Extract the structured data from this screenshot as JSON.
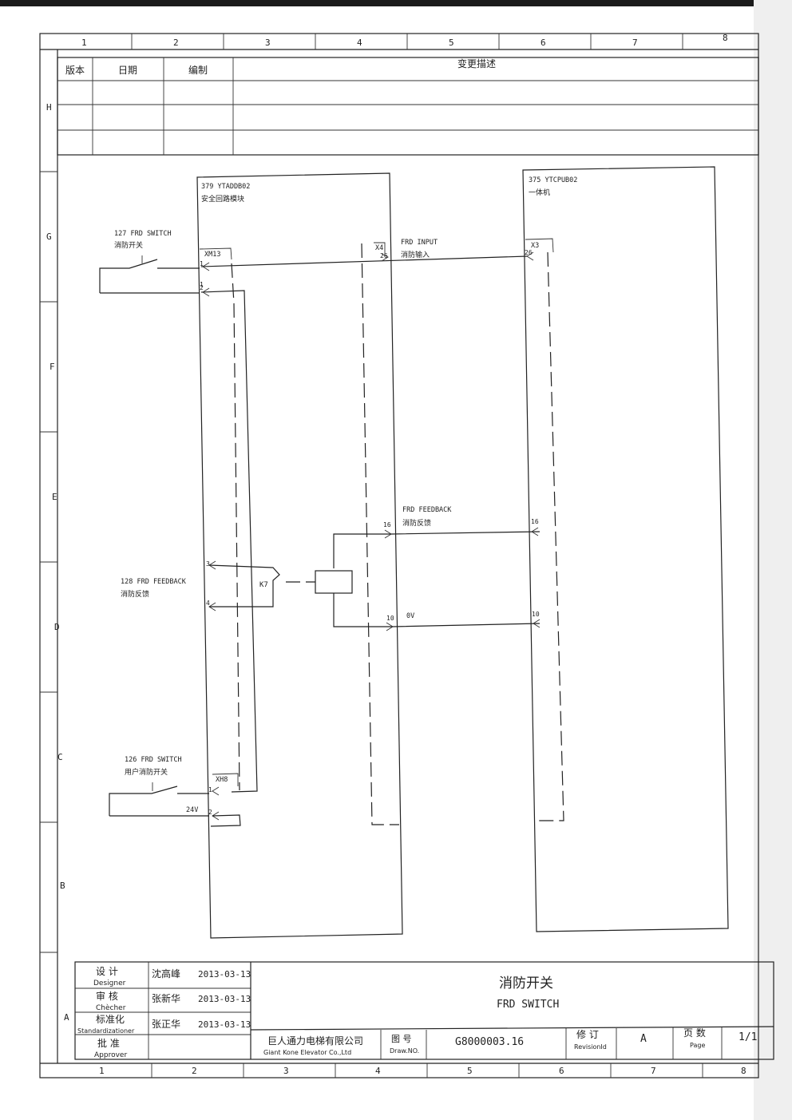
{
  "border": {
    "cols": [
      "1",
      "2",
      "3",
      "4",
      "5",
      "6",
      "7",
      "8"
    ],
    "rows": [
      "H",
      "G",
      "F",
      "E",
      "D",
      "C",
      "B",
      "A"
    ]
  },
  "revision_table": {
    "headers": {
      "version": "版本",
      "date": "日期",
      "compiled": "编制",
      "change": "变更描述"
    }
  },
  "modules": {
    "left": {
      "code": "379 YTADDB02",
      "name": "安全回路模块"
    },
    "right": {
      "code": "375 YTCPUB02",
      "name": "一体机"
    }
  },
  "switches": {
    "s127": {
      "code": "127 FRD SWITCH",
      "name": "消防开关"
    },
    "s128": {
      "code": "128 FRD FEEDBACK",
      "name": "消防反馈"
    },
    "s126": {
      "code": "126 FRD SWITCH",
      "name": "用户消防开关"
    }
  },
  "connectors": {
    "xm13": "XM13",
    "x4": "X4",
    "x3": "X3",
    "xh8": "XH8",
    "p1": "1",
    "p2": "2",
    "p3": "3",
    "p4": "4",
    "p26": "26",
    "p16": "16",
    "p10": "10"
  },
  "signals": {
    "frd_input": {
      "en": "FRD INPUT",
      "cn": "消防输入"
    },
    "frd_feedback": {
      "en": "FRD FEEDBACK",
      "cn": "消防反馈"
    },
    "ov": "0V",
    "v24": "24V"
  },
  "relay": "K7",
  "title_block": {
    "designer_cn": "设 计",
    "designer_en": "Designer",
    "designer_name": "沈高峰",
    "designer_date": "2013-03-13",
    "checker_cn": "审 核",
    "checker_en": "Chècher",
    "checker_name": "张新华",
    "checker_date": "2013-03-13",
    "std_cn": "标准化",
    "std_en": "Standardizationer",
    "std_name": "张正华",
    "std_date": "2013-03-13",
    "approver_cn": "批 准",
    "approver_en": "Approver",
    "title_cn": "消防开关",
    "title_en": "FRD SWITCH",
    "company_cn": "巨人通力电梯有限公司",
    "company_en": "Giant Kone Elevator Co.,Ltd",
    "drawno_cn": "图 号",
    "drawno_en": "Draw.NO.",
    "drawno": "G8000003.16",
    "rev_cn": "修 订",
    "rev_en": "RevisionId",
    "rev": "A",
    "page_cn": "页 数",
    "page_en": "Page",
    "page": "1/1"
  }
}
